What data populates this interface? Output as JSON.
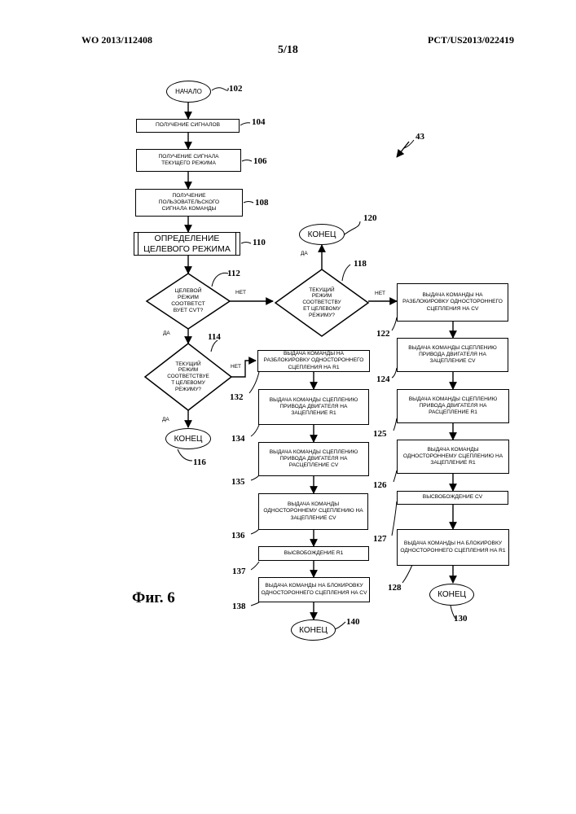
{
  "header": {
    "left": "WO 2013/112408",
    "right": "PCT/US2013/022419",
    "page": "5/18"
  },
  "figure_label": "Фиг. 6",
  "flowchart": {
    "start": {
      "text": "НАЧАЛО",
      "ref": "102"
    },
    "box_104": {
      "text": "ПОЛУЧЕНИЕ СИГНАЛОВ",
      "ref": "104"
    },
    "box_106": {
      "text": "ПОЛУЧЕНИЕ СИГНАЛА\nТЕКУЩЕГО РЕЖИМА",
      "ref": "106"
    },
    "box_108": {
      "text": "ПОЛУЧЕНИЕ\nПОЛЬЗОВАТЕЛЬСКОГО\nСИГНАЛА КОМАНДЫ",
      "ref": "108"
    },
    "box_110": {
      "text": "ОПРЕДЕЛЕНИЕ\nЦЕЛЕВОГО РЕЖИМА",
      "ref": "110"
    },
    "dec_112": {
      "text": "ЦЕЛЕВОЙ\nРЕЖИМ\nСООТВЕТСТ\nВУЕТ CVT?",
      "ref": "112",
      "yes": "ДА",
      "no": "НЕТ"
    },
    "dec_114": {
      "text": "ТЕКУЩИЙ\nРЕЖИМ\nСООТВЕТСТВУЕ\nТ ЦЕЛЕВОМУ\nРЕЖИМУ?",
      "ref": "114",
      "yes": "ДА",
      "no": "НЕТ"
    },
    "end_116": {
      "text": "КОНЕЦ",
      "ref": "116"
    },
    "dec_118": {
      "text": "ТЕКУЩИЙ\nРЕЖИМ\nСООТВЕТСТВУ\nЕТ ЦЕЛЕВОМУ\nРЕЖИМУ?",
      "ref": "118",
      "yes": "ДА",
      "no": "НЕТ"
    },
    "end_120": {
      "text": "КОНЕЦ",
      "ref": "120"
    },
    "ref_43": "43",
    "box_132": {
      "text": "ВЫДАЧА КОМАНДЫ НА\nРАЗБЛОКИРОВКУ ОДНОСТОРОННЕГО\nСЦЕПЛЕНИЯ НА R1",
      "ref": "132"
    },
    "box_134": {
      "text": "ВЫДАЧА КОМАНДЫ СЦЕПЛЕНИЮ\nПРИВОДА ДВИГАТЕЛЯ НА\nЗАЦЕПЛЕНИЕ R1",
      "ref": "134"
    },
    "box_135": {
      "text": "ВЫДАЧА КОМАНДЫ СЦЕПЛЕНИЮ\nПРИВОДА ДВИГАТЕЛЯ НА\nРАСЦЕПЛЕНИЕ CV",
      "ref": "135"
    },
    "box_136": {
      "text": "ВЫДАЧА КОМАНДЫ\nОДНОСТОРОННЕМУ СЦЕПЛЕНИЮ НА\nЗАЦЕПЛЕНИЕ CV",
      "ref": "136"
    },
    "box_137": {
      "text": "ВЫСВОБОЖДЕНИЕ R1",
      "ref": "137"
    },
    "box_138": {
      "text": "ВЫДАЧА КОМАНДЫ НА БЛОКИРОВКУ\nОДНОСТОРОННЕГО СЦЕПЛЕНИЯ НА CV",
      "ref": "138"
    },
    "end_140": {
      "text": "КОНЕЦ",
      "ref": "140"
    },
    "box_122": {
      "text": "ВЫДАЧА КОМАНДЫ НА\nРАЗБЛОКИРОВКУ ОДНОСТОРОННЕГО\nСЦЕПЛЕНИЯ НА CV",
      "ref": "122"
    },
    "box_124": {
      "text": "ВЫДАЧА КОМАНДЫ СЦЕПЛЕНИЮ\nПРИВОДА ДВИГАТЕЛЯ НА\nЗАЦЕПЛЕНИЕ CV",
      "ref": "124"
    },
    "box_125": {
      "text": "ВЫДАЧА КОМАНДЫ СЦЕПЛЕНИЮ\nПРИВОДА ДВИГАТЕЛЯ НА\nРАСЦЕПЛЕНИЕ R1",
      "ref": "125"
    },
    "box_126": {
      "text": "ВЫДАЧА КОМАНДЫ\nОДНОСТОРОННЕМУ СЦЕПЛЕНИЮ НА\nЗАЦЕПЛЕНИЕ R1",
      "ref": "126"
    },
    "box_127": {
      "text": "ВЫСВОБОЖДЕНИЕ CV",
      "ref": "127"
    },
    "box_128": {
      "text": "ВЫДАЧА КОМАНДЫ НА БЛОКИРОВКУ\nОДНОСТОРОННЕГО СЦЕПЛЕНИЯ НА R1",
      "ref": "128"
    },
    "end_130": {
      "text": "КОНЕЦ",
      "ref": "130"
    }
  }
}
